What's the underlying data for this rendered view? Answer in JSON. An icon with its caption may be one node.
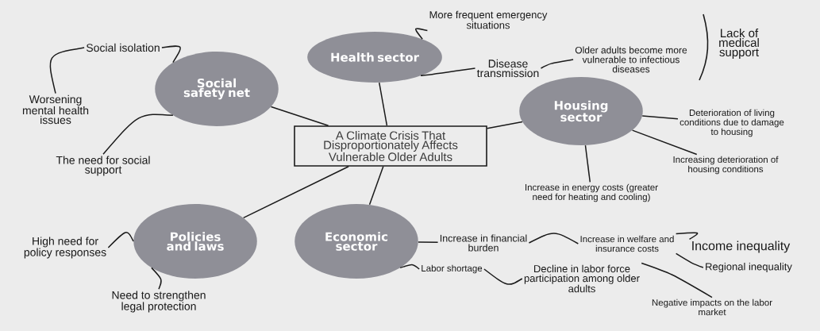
{
  "diagram": {
    "nodes": [
      {
        "text": [
          "A Climate Crisis That Disproportionately Affects Vulnerable Older Adults"
        ]
      },
      {
        "text": [
          "Social safety net"
        ]
      },
      {
        "text": [
          "Health sector"
        ]
      },
      {
        "text": [
          "Housing sector"
        ]
      },
      {
        "text": [
          "Policies and laws"
        ]
      },
      {
        "text": [
          "Economic sector"
        ]
      },
      {
        "text": [
          "Social isolation"
        ]
      },
      {
        "text": [
          "Worsening mental health issues"
        ]
      },
      {
        "text": [
          "The need for social support"
        ]
      },
      {
        "text": [
          "More frequent emergency situations"
        ]
      },
      {
        "text": [
          "Disease transmission"
        ]
      },
      {
        "text": [
          "Older adults become more vulnerable to infectious diseases"
        ]
      },
      {
        "text": [
          "Deterioration of living conditions due to damage to housing"
        ]
      },
      {
        "text": [
          "Increasing deterioration of housing conditions"
        ]
      },
      {
        "text": [
          "Increase in energy costs (greater need for heating and cooling)"
        ]
      },
      {
        "text": [
          "High need for policy responses"
        ]
      },
      {
        "text": [
          "Need to strengthen legal protection"
        ]
      },
      {
        "text": [
          "Increase in financial burden"
        ]
      },
      {
        "text": [
          "Labor shortage"
        ]
      },
      {
        "text": [
          "Increase in welfare and insurance costs"
        ]
      },
      {
        "text": [
          "Income inequality"
        ]
      },
      {
        "text": [
          "Regional inequality"
        ]
      },
      {
        "text": [
          "Decline in labor force participation among older adults"
        ]
      },
      {
        "text": [
          "Negative impacts on the labor market"
        ]
      }
    ],
    "edges": [
      {
        "from": 0,
        "to": 1,
        "arrow": "none"
      },
      {
        "from": 0,
        "to": 2,
        "arrow": "none"
      },
      {
        "from": 0,
        "to": 3,
        "arrow": "none"
      },
      {
        "from": 0,
        "to": 4,
        "arrow": "none"
      },
      {
        "from": 0,
        "to": 5,
        "arrow": "none"
      },
      {
        "from": 1,
        "to": 6,
        "arrow": "none"
      },
      {
        "from": 6,
        "to": 7,
        "arrow": "none"
      },
      {
        "from": 1,
        "to": 8,
        "arrow": "none"
      },
      {
        "from": 2,
        "to": 9,
        "arrow": "none"
      },
      {
        "from": 2,
        "to": 10,
        "arrow": "none"
      },
      {
        "from": 10,
        "to": 11,
        "arrow": "none"
      },
      {
        "from": 3,
        "to": 12,
        "arrow": "none"
      },
      {
        "from": 3,
        "to": 13,
        "arrow": "none"
      },
      {
        "from": 3,
        "to": 14,
        "arrow": "none"
      },
      {
        "from": 4,
        "to": 15,
        "arrow": "none"
      },
      {
        "from": 4,
        "to": 16,
        "arrow": "none"
      },
      {
        "from": 5,
        "to": 17,
        "arrow": "none"
      },
      {
        "from": 5,
        "to": 18,
        "arrow": "none"
      },
      {
        "from": 17,
        "to": 19,
        "arrow": "none"
      },
      {
        "from": 19,
        "to": 20,
        "arrow": "none"
      },
      {
        "from": 19,
        "to": 21,
        "arrow": "none"
      },
      {
        "from": 18,
        "to": 22,
        "arrow": "none"
      },
      {
        "from": 22,
        "to": 23,
        "arrow": "none"
      }
    ],
    "labels": [
      "Lack of medical support"
    ]
  }
}
